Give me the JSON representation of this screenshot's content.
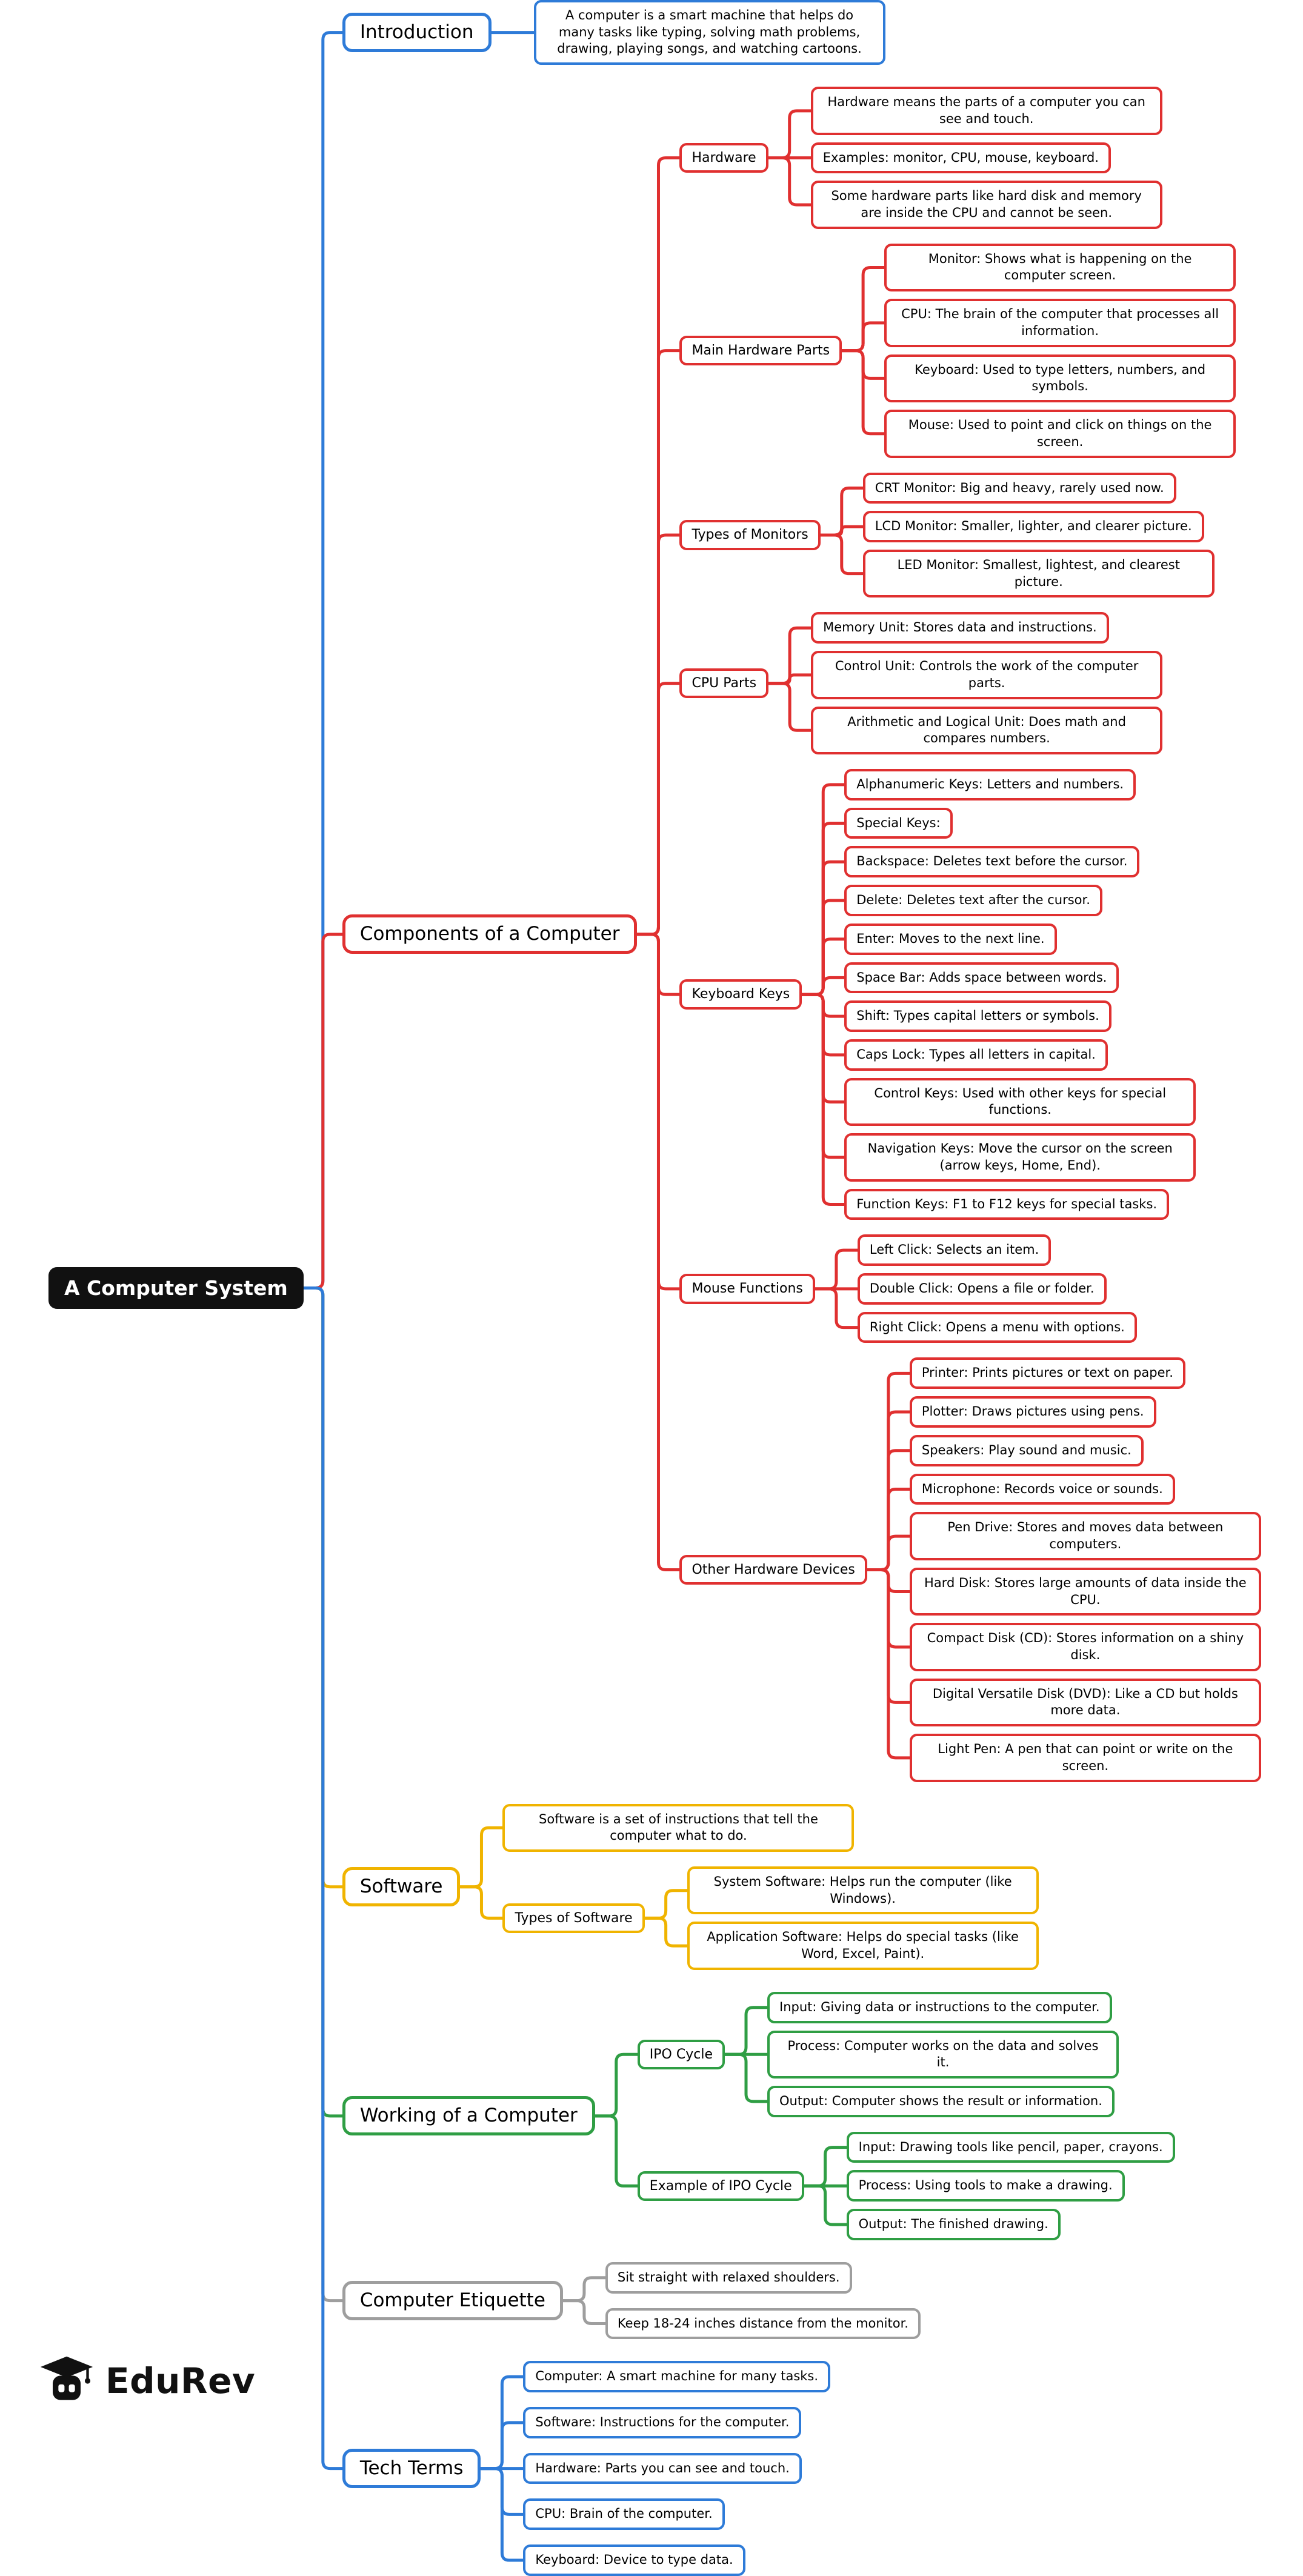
{
  "colors": {
    "blue": "#2e7bd8",
    "red": "#e03030",
    "yellow": "#f0b400",
    "green": "#2f9e44",
    "gray": "#9e9e9e",
    "black": "#111111"
  },
  "logo": {
    "text": "EduRev"
  },
  "tree": {
    "label": "A Computer System",
    "children": [
      {
        "label": "Introduction",
        "color": "blue",
        "children": [
          {
            "label": "A computer is a smart machine that helps do many tasks like typing, solving math problems, drawing, playing songs, and watching cartoons."
          }
        ]
      },
      {
        "label": "Components of a Computer",
        "color": "red",
        "children": [
          {
            "label": "Hardware",
            "children": [
              {
                "label": "Hardware means the parts of a computer you can see and touch."
              },
              {
                "label": "Examples: monitor, CPU, mouse, keyboard."
              },
              {
                "label": "Some hardware parts like hard disk and memory are inside the CPU and cannot be seen."
              }
            ]
          },
          {
            "label": "Main Hardware Parts",
            "children": [
              {
                "label": "Monitor: Shows what is happening on the computer screen."
              },
              {
                "label": "CPU: The brain of the computer that processes all information."
              },
              {
                "label": "Keyboard: Used to type letters, numbers, and symbols."
              },
              {
                "label": "Mouse: Used to point and click on things on the screen."
              }
            ]
          },
          {
            "label": "Types of Monitors",
            "children": [
              {
                "label": "CRT Monitor: Big and heavy, rarely used now."
              },
              {
                "label": "LCD Monitor: Smaller, lighter, and clearer picture."
              },
              {
                "label": "LED Monitor: Smallest, lightest, and clearest picture."
              }
            ]
          },
          {
            "label": "CPU Parts",
            "children": [
              {
                "label": "Memory Unit: Stores data and instructions."
              },
              {
                "label": "Control Unit: Controls the work of the computer parts."
              },
              {
                "label": "Arithmetic and Logical Unit: Does math and compares numbers."
              }
            ]
          },
          {
            "label": "Keyboard Keys",
            "children": [
              {
                "label": "Alphanumeric Keys: Letters and numbers."
              },
              {
                "label": "Special Keys:"
              },
              {
                "label": "Backspace: Deletes text before the cursor."
              },
              {
                "label": "Delete: Deletes text after the cursor."
              },
              {
                "label": "Enter: Moves to the next line."
              },
              {
                "label": "Space Bar: Adds space between words."
              },
              {
                "label": "Shift: Types capital letters or symbols."
              },
              {
                "label": "Caps Lock: Types all letters in capital."
              },
              {
                "label": "Control Keys: Used with other keys for special functions."
              },
              {
                "label": "Navigation Keys: Move the cursor on the screen (arrow keys, Home, End)."
              },
              {
                "label": "Function Keys: F1 to F12 keys for special tasks."
              }
            ]
          },
          {
            "label": "Mouse Functions",
            "children": [
              {
                "label": "Left Click: Selects an item."
              },
              {
                "label": "Double Click: Opens a file or folder."
              },
              {
                "label": "Right Click: Opens a menu with options."
              }
            ]
          },
          {
            "label": "Other Hardware Devices",
            "children": [
              {
                "label": "Printer: Prints pictures or text on paper."
              },
              {
                "label": "Plotter: Draws pictures using pens."
              },
              {
                "label": "Speakers: Play sound and music."
              },
              {
                "label": "Microphone: Records voice or sounds."
              },
              {
                "label": "Pen Drive: Stores and moves data between computers."
              },
              {
                "label": "Hard Disk: Stores large amounts of data inside the CPU."
              },
              {
                "label": "Compact Disk (CD): Stores information on a shiny disk."
              },
              {
                "label": "Digital Versatile Disk (DVD): Like a CD but holds more data."
              },
              {
                "label": "Light Pen: A pen that can point or write on the screen."
              }
            ]
          }
        ]
      },
      {
        "label": "Software",
        "color": "yellow",
        "children": [
          {
            "label": "Software is a set of instructions that tell the computer what to do."
          },
          {
            "label": "Types of Software",
            "children": [
              {
                "label": "System Software: Helps run the computer (like Windows)."
              },
              {
                "label": "Application Software: Helps do special tasks (like Word, Excel, Paint)."
              }
            ]
          }
        ]
      },
      {
        "label": "Working of a Computer",
        "color": "green",
        "children": [
          {
            "label": "IPO Cycle",
            "children": [
              {
                "label": "Input: Giving data or instructions to the computer."
              },
              {
                "label": "Process: Computer works on the data and solves it."
              },
              {
                "label": "Output: Computer shows the result or information."
              }
            ]
          },
          {
            "label": "Example of IPO Cycle",
            "children": [
              {
                "label": "Input: Drawing tools like pencil, paper, crayons."
              },
              {
                "label": "Process: Using tools to make a drawing."
              },
              {
                "label": "Output: The finished drawing."
              }
            ]
          }
        ]
      },
      {
        "label": "Computer Etiquette",
        "color": "gray",
        "children": [
          {
            "label": "Sit straight with relaxed shoulders."
          },
          {
            "label": "Keep 18-24 inches distance from the monitor."
          }
        ]
      },
      {
        "label": "Tech Terms",
        "color": "blue",
        "children": [
          {
            "label": "Computer: A smart machine for many tasks."
          },
          {
            "label": "Software: Instructions for the computer."
          },
          {
            "label": "Hardware: Parts you can see and touch."
          },
          {
            "label": "CPU: Brain of the computer."
          },
          {
            "label": "Keyboard: Device to type data."
          }
        ]
      }
    ]
  }
}
